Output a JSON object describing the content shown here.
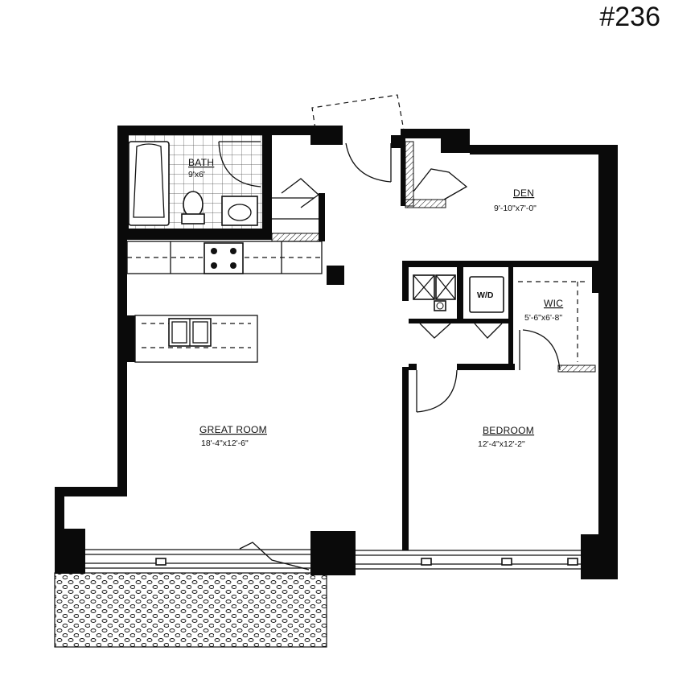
{
  "unit_number": "#236",
  "rooms": {
    "bath": {
      "name": "BATH",
      "dims": "9'x6'"
    },
    "den": {
      "name": "DEN",
      "dims": "9'-10\"x7'-0\""
    },
    "wd": {
      "name": "W/D"
    },
    "wic": {
      "name": "WIC",
      "dims": "5'-6\"x6'-8\""
    },
    "great_room": {
      "name": "GREAT ROOM",
      "dims": "18'-4\"x12'-6\""
    },
    "bedroom": {
      "name": "BEDROOM",
      "dims": "12'-4\"x12'-2\""
    }
  }
}
